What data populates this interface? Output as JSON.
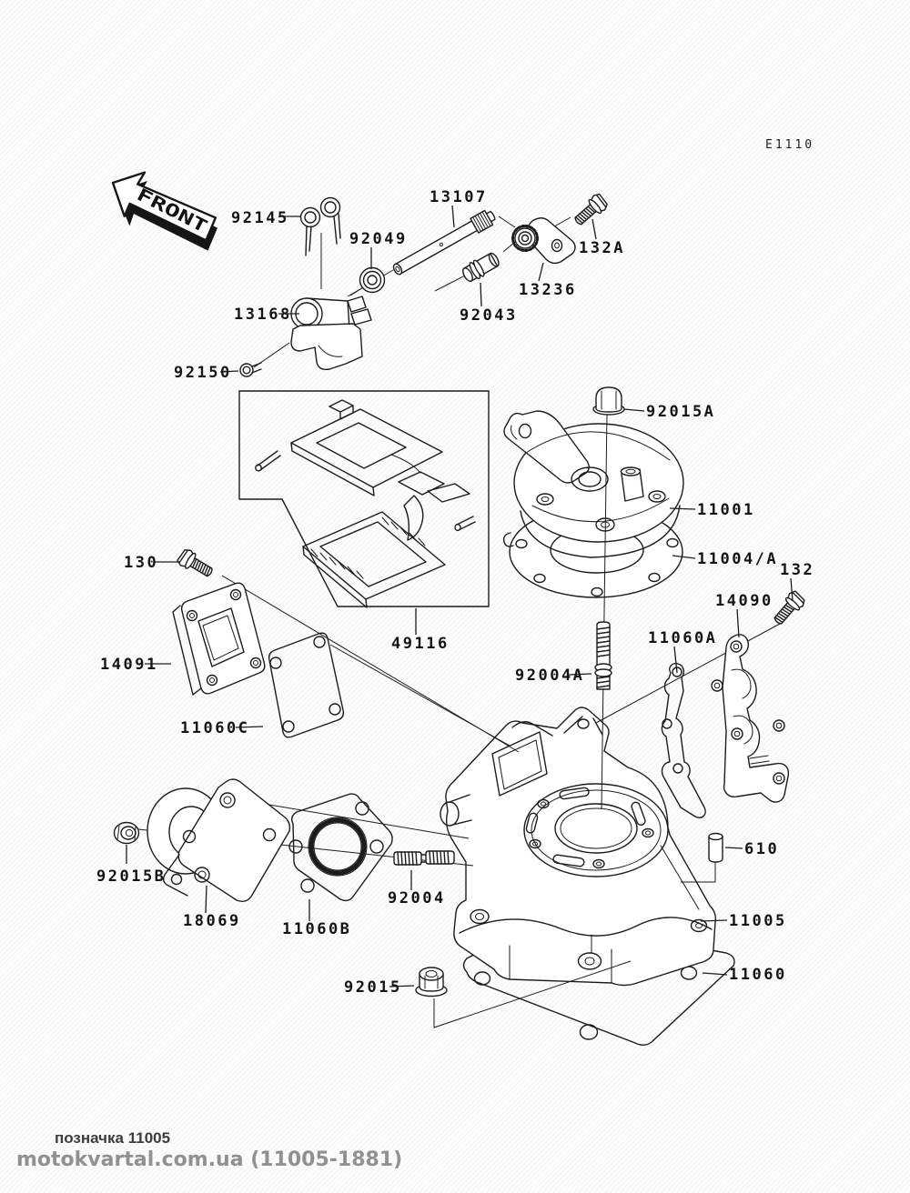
{
  "diagram": {
    "code": "E1110",
    "front_marker": "FRONT",
    "description_visible": "exploded parts diagram of cylinder head and cylinder"
  },
  "colors": {
    "line": "#1c1c1c",
    "label_text": "#141414",
    "watermark_primary": "#3c3c3c",
    "watermark_secondary": "#919191",
    "background": "#fdfdfd"
  },
  "watermark": {
    "line1": "позначка 11005",
    "line2": "motokvartal.com.ua (11005-1881)"
  },
  "parts": [
    {
      "ref": "92145"
    },
    {
      "ref": "92049"
    },
    {
      "ref": "13107"
    },
    {
      "ref": "132A"
    },
    {
      "ref": "13236"
    },
    {
      "ref": "92043"
    },
    {
      "ref": "13168"
    },
    {
      "ref": "92150"
    },
    {
      "ref": "92015A"
    },
    {
      "ref": "11001"
    },
    {
      "ref": "11004/A"
    },
    {
      "ref": "132"
    },
    {
      "ref": "14090"
    },
    {
      "ref": "11060A"
    },
    {
      "ref": "92004A"
    },
    {
      "ref": "130"
    },
    {
      "ref": "14091"
    },
    {
      "ref": "11060C"
    },
    {
      "ref": "49116"
    },
    {
      "ref": "610"
    },
    {
      "ref": "92015B"
    },
    {
      "ref": "18069"
    },
    {
      "ref": "11060B"
    },
    {
      "ref": "92004"
    },
    {
      "ref": "11005"
    },
    {
      "ref": "11060"
    },
    {
      "ref": "92015"
    }
  ]
}
